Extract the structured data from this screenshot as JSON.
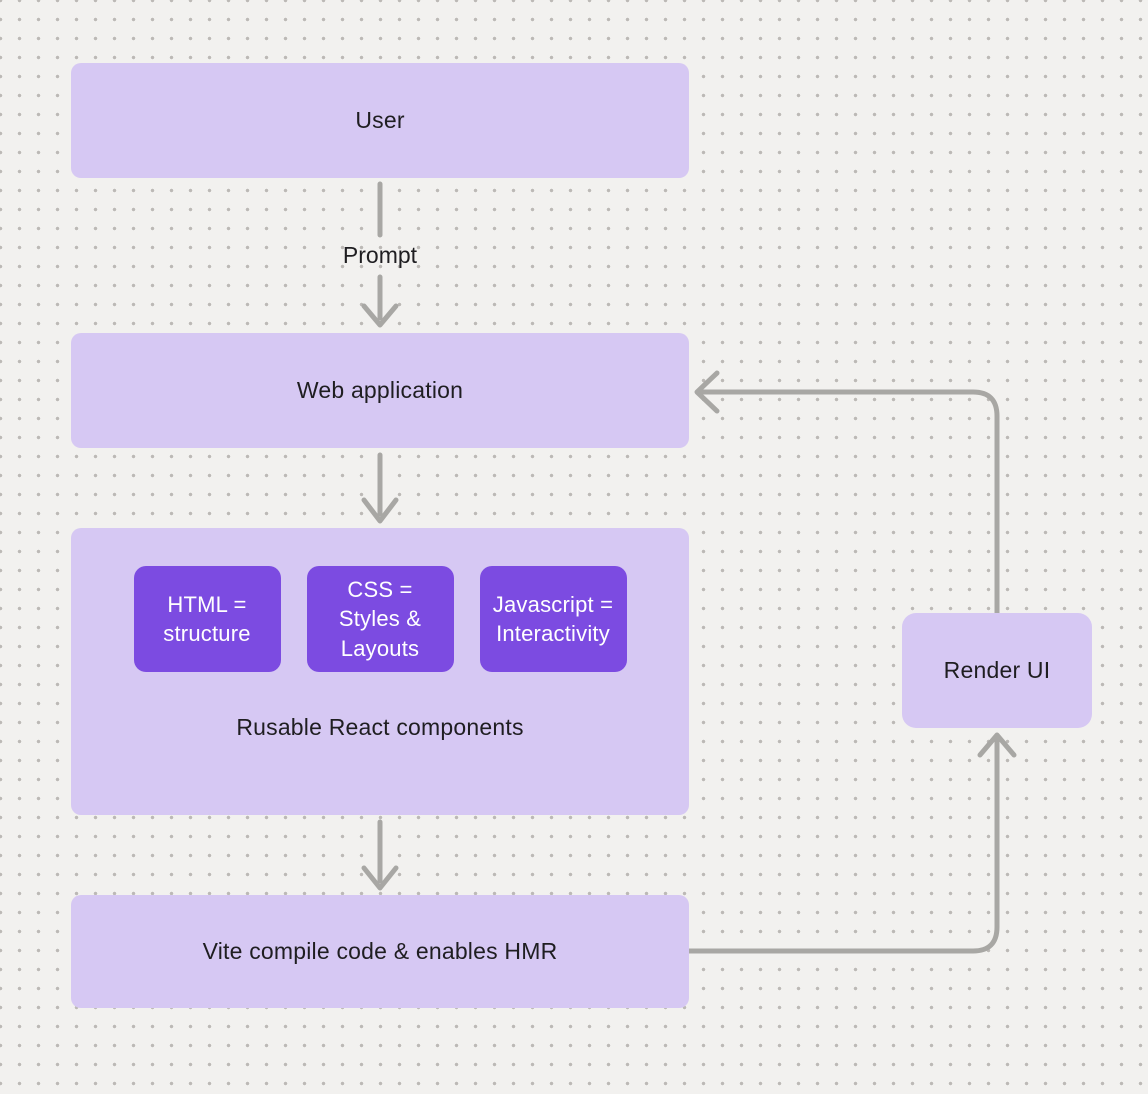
{
  "title": "React + Vite application flow diagram",
  "colors": {
    "bg": "#f2f1ef",
    "dots": "#bcb9b6",
    "box_light": "#d6c8f3",
    "box_dark": "#7c4be1",
    "arrow": "#a8a7a4",
    "text_dark": "#1f1e21",
    "text_light": "#ffffff"
  },
  "nodes": {
    "user": {
      "label": "User"
    },
    "web_app": {
      "label": "Web application"
    },
    "components": {
      "label": "Rusable React components",
      "children": [
        {
          "label": "HTML = structure"
        },
        {
          "label": "CSS = Styles & Layouts"
        },
        {
          "label": "Javascript = Interactivity"
        }
      ]
    },
    "vite": {
      "label": "Vite compile code & enables HMR"
    },
    "render_ui": {
      "label": "Render UI"
    }
  },
  "edges": {
    "prompt_label": "Prompt",
    "user_to_webapp": "user -> web application",
    "webapp_to_components": "web application -> reusable react components",
    "components_to_vite": "components -> vite",
    "vite_to_render": "vite -> render ui",
    "render_to_webapp": "render ui -> web application"
  }
}
